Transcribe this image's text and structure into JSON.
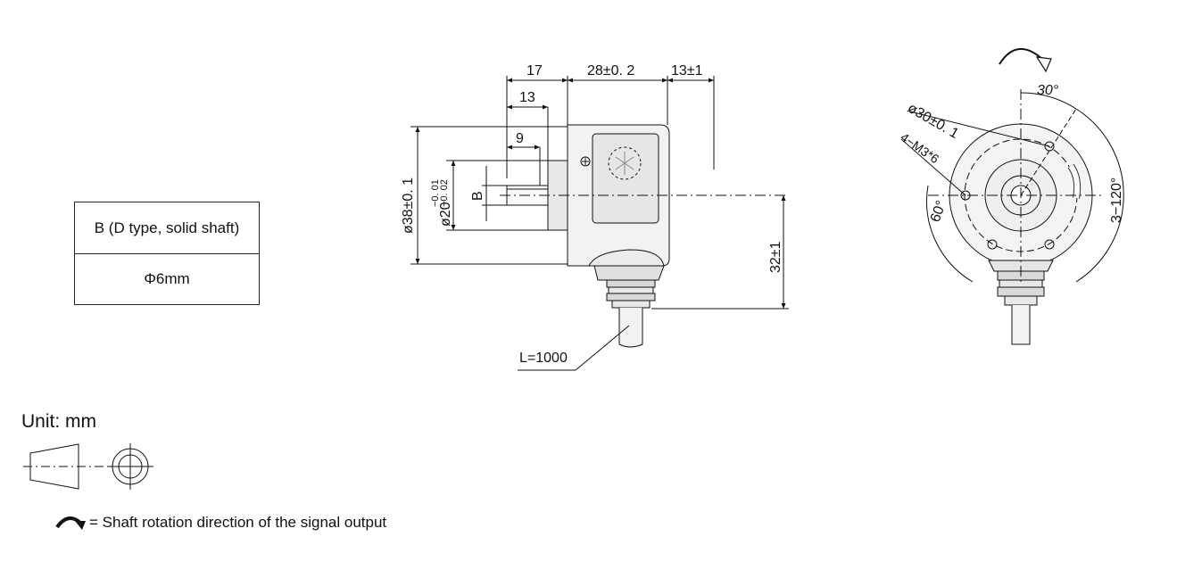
{
  "table": {
    "header": "B (D type, solid shaft)",
    "value": "Φ6mm"
  },
  "unit_label": "Unit: mm",
  "rotation_note": "= Shaft rotation direction of the signal output",
  "side_view": {
    "dim_17": "17",
    "dim_28": "28±0. 2",
    "dim_13_1": "13±1",
    "dim_13": "13",
    "dim_9": "9",
    "dim_dia38": "ø38±0. 1",
    "dim_dia20": "ø20",
    "dim_dia20_tol_upper": "−0. 01",
    "dim_dia20_tol_lower": "−0. 02",
    "dim_B": "B",
    "dim_32": "32±1",
    "cable_length": "L=1000"
  },
  "front_view": {
    "dim_30deg": "30°",
    "dim_dia30": "ø30±0. 1",
    "dim_m3": "4−M3*6",
    "dim_60deg": "60°",
    "dim_3_120": "3−120°"
  }
}
